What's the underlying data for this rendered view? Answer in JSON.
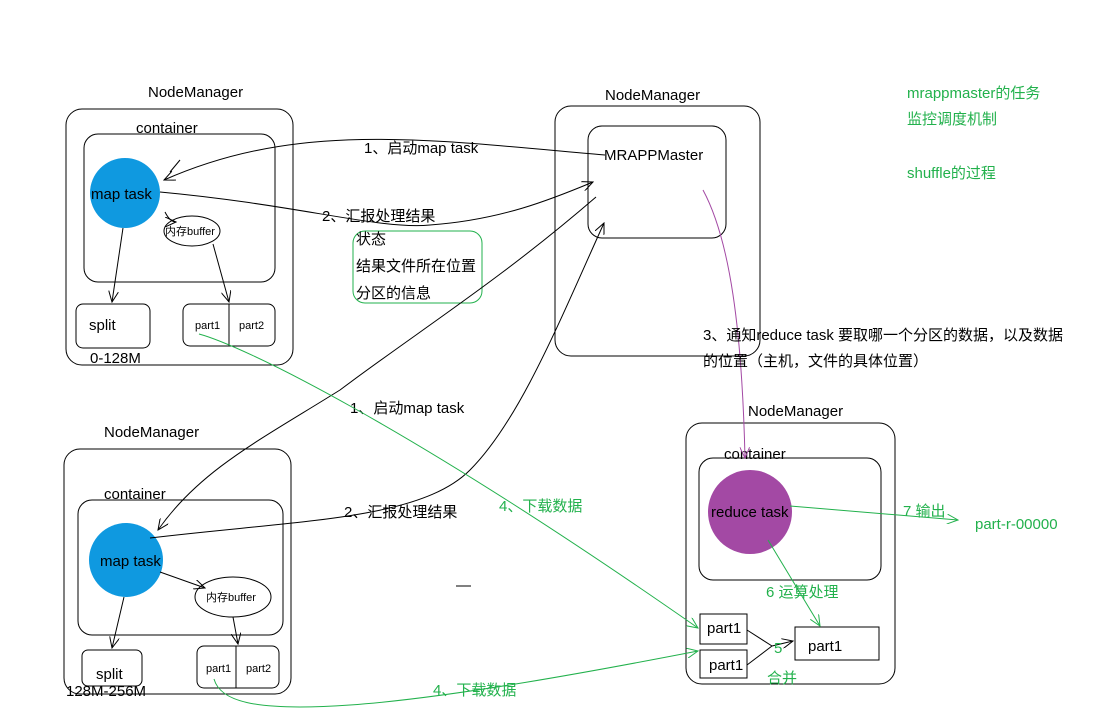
{
  "node_top_left": {
    "title": "NodeManager",
    "container_label": "container",
    "task_label": "map task",
    "buffer_label": "内存buffer",
    "split_label": "split",
    "part1_label": "part1",
    "part2_label": "part2",
    "range_label": "0-128M"
  },
  "node_bottom_left": {
    "title": "NodeManager",
    "container_label": "container",
    "task_label": "map task",
    "buffer_label": "内存buffer",
    "split_label": "split",
    "part1_label": "part1",
    "part2_label": "part2",
    "range_label": "128M-256M"
  },
  "node_master": {
    "title": "NodeManager",
    "master_label": "MRAPPMaster"
  },
  "node_reduce": {
    "title": "NodeManager",
    "container_label": "container",
    "task_label": "reduce task",
    "part1_a": "part1",
    "part1_b": "part1",
    "merged_part": "part1"
  },
  "arrows": {
    "start_map_top": "1、启动map task",
    "report_top": "2、汇报处理结果",
    "start_map_bottom": "1、启动map task",
    "report_bottom": "2、汇报处理结果",
    "notify_line1": "3、通知reduce task 要取哪一个分区的数据，以及数据",
    "notify_line2": "的位置（主机，文件的具体位置）",
    "download_top": "4、下载数据",
    "download_bottom": "4、下载数据",
    "merge_num": "5",
    "merge_label": "合并",
    "compute_label": "6 运算处理",
    "output_label": "7 输出",
    "output_file": "part-r-00000"
  },
  "report_box": {
    "line1": "状态",
    "line2": "结果文件所在位置",
    "line3": "分区的信息"
  },
  "notes": {
    "line1": "mrappmaster的任务",
    "line2": "监控调度机制",
    "line3": "shuffle的过程"
  },
  "dash": "—",
  "colors": {
    "map_task": "#0f99e0",
    "reduce_task": "#a349a4",
    "green": "#22b14c",
    "purple": "#a349a4"
  }
}
